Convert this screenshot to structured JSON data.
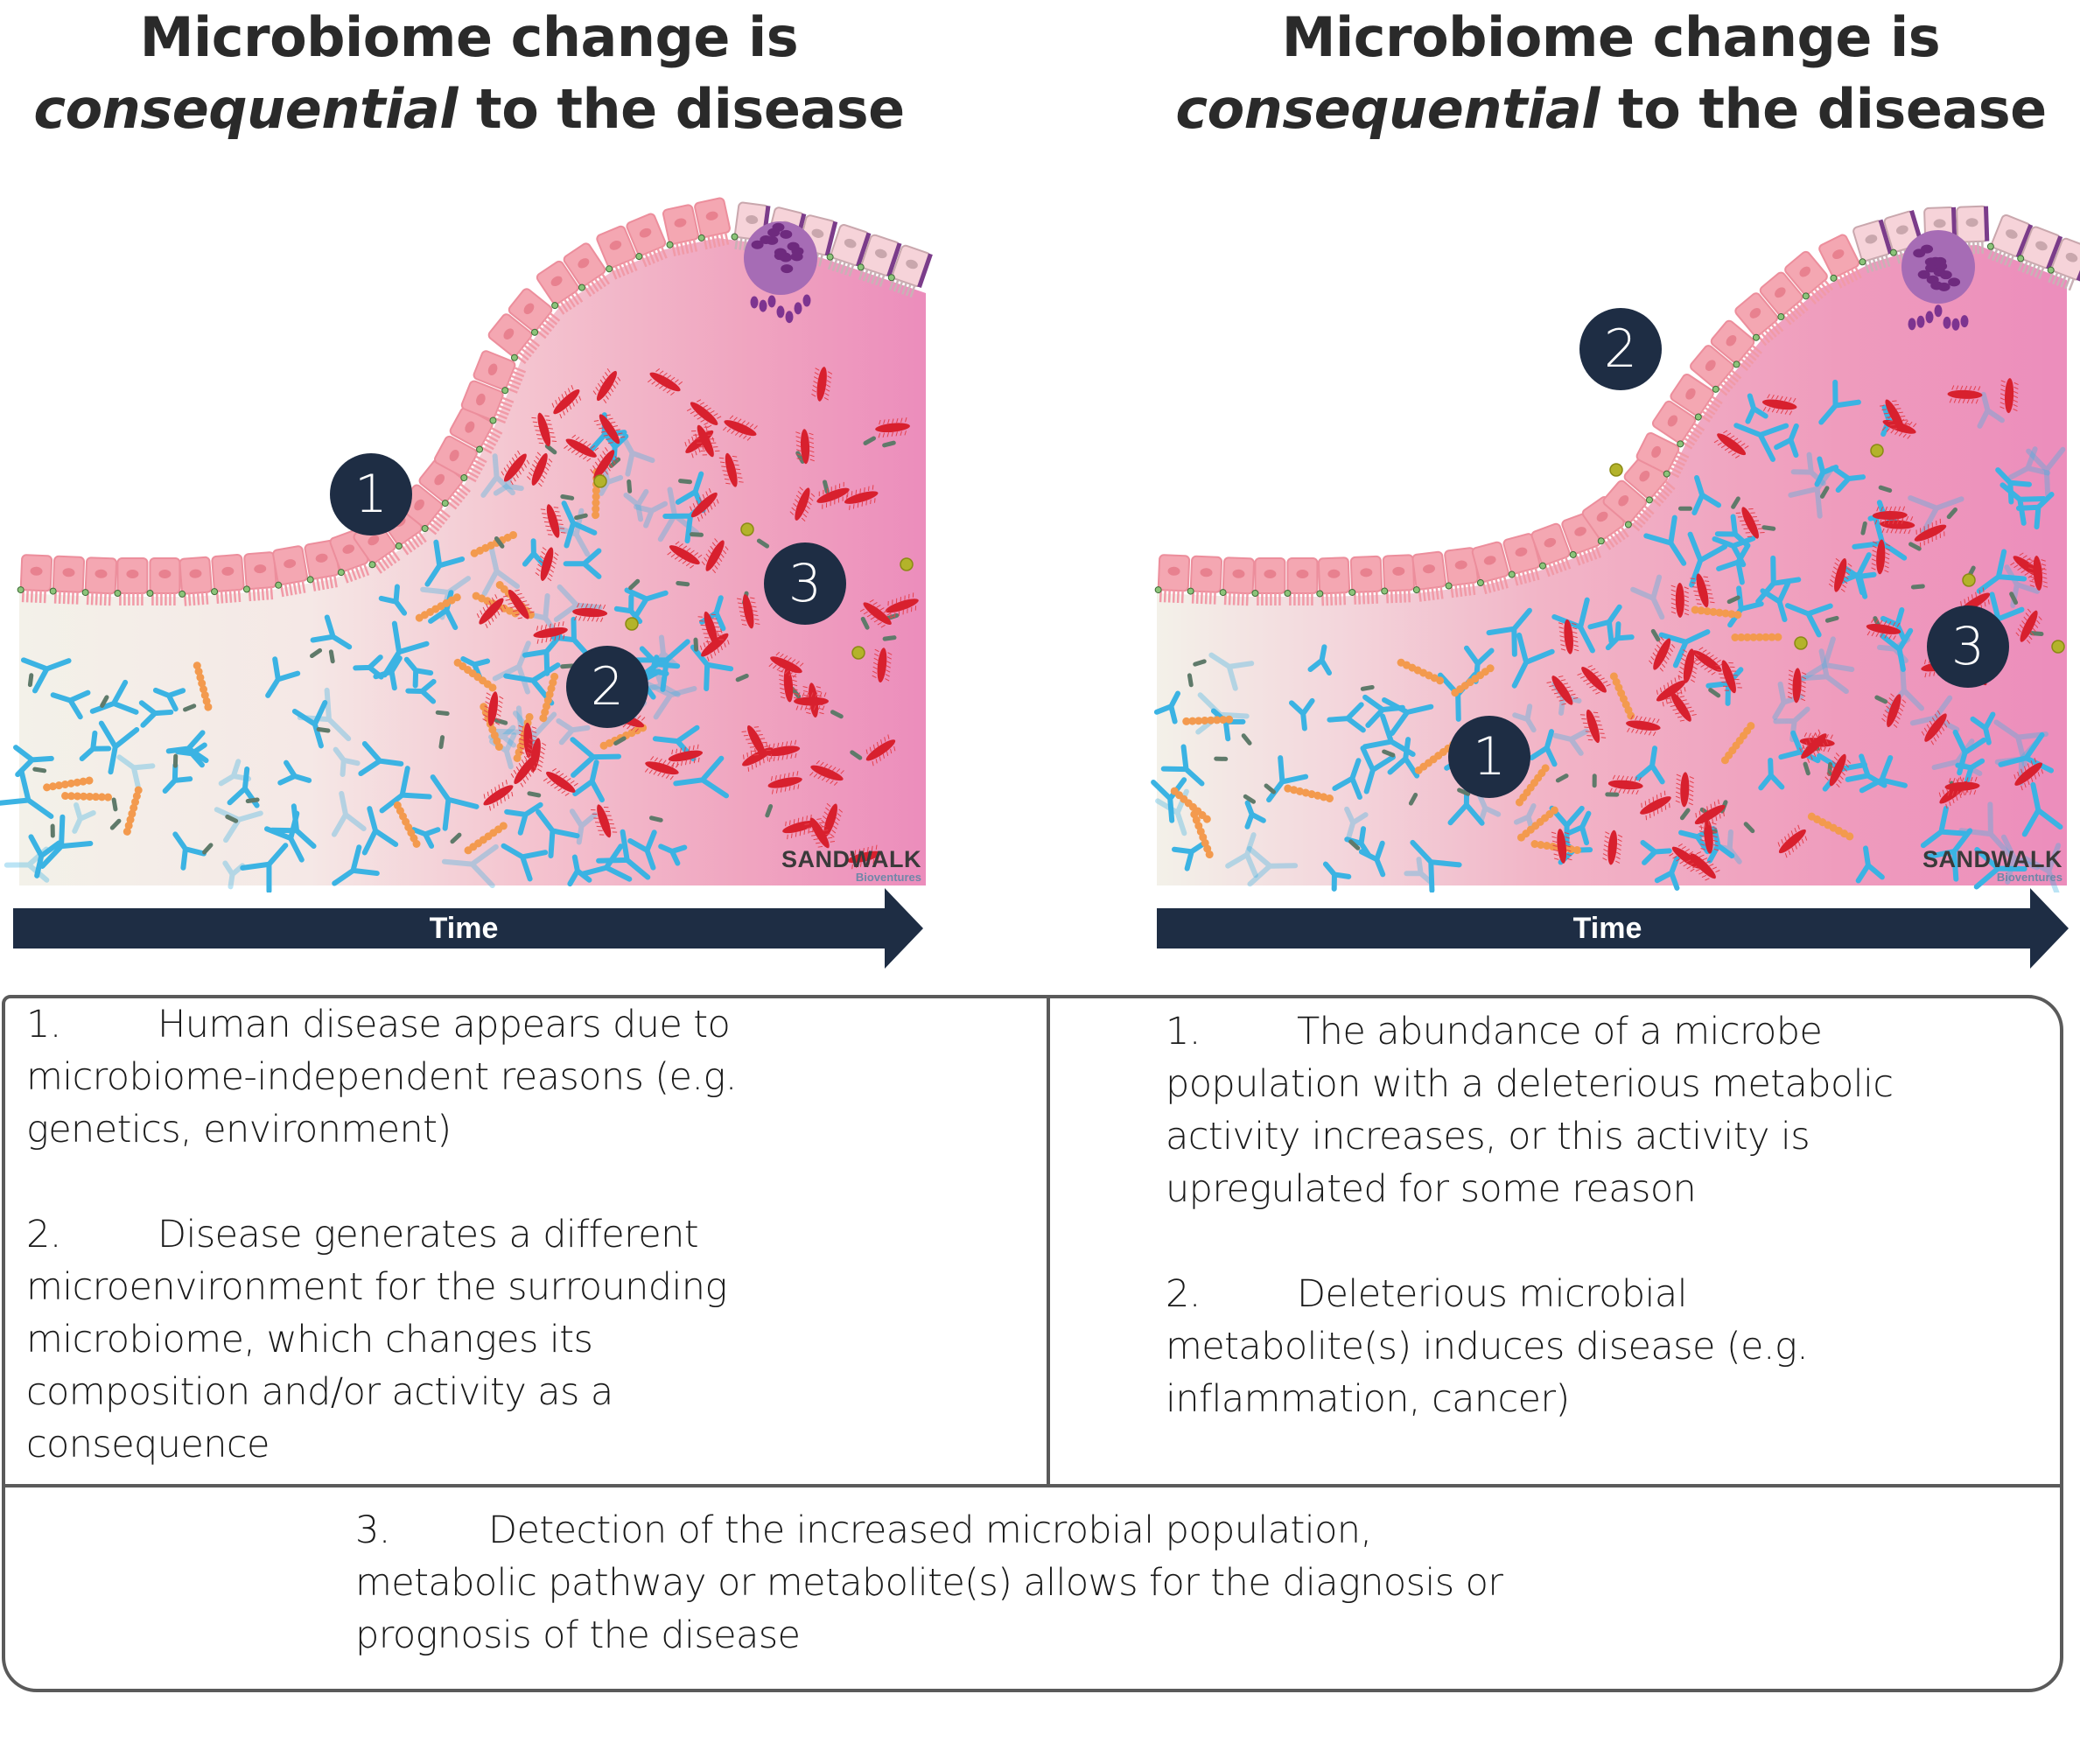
{
  "panels": [
    {
      "id": "left",
      "title_line1": "Microbiome change is",
      "title_italic": "consequential",
      "title_rest": " to the disease",
      "badges": [
        "1",
        "2",
        "3"
      ],
      "arrow_label": "Time",
      "watermark": {
        "main": "SANDWALK",
        "sub": "Bioventures"
      }
    },
    {
      "id": "right",
      "title_line1": "Microbiome change is",
      "title_italic": "consequential",
      "title_rest": " to the disease",
      "badges": [
        "2",
        "3",
        "1"
      ],
      "arrow_label": "Time",
      "watermark": {
        "main": "SANDWALK",
        "sub": "Bioventures"
      }
    }
  ],
  "table": {
    "left": [
      {
        "num": "1.",
        "first": "Human disease appears due to",
        "rest": [
          "microbiome-independent reasons (e.g.",
          "genetics, environment)"
        ]
      },
      {
        "num": "2.",
        "first": "Disease generates a different",
        "rest": [
          "microenvironment for the surrounding",
          "microbiome, which changes its",
          "composition and/or activity as a",
          "consequence"
        ]
      }
    ],
    "right": [
      {
        "num": "1.",
        "first": "The abundance of a microbe",
        "rest": [
          "population with a deleterious metabolic",
          "activity increases, or this activity is",
          "upregulated for some reason"
        ]
      },
      {
        "num": "2.",
        "first": "Deleterious microbial",
        "rest": [
          "metabolite(s) induces disease (e.g.",
          "inflammation, cancer)"
        ]
      }
    ],
    "bottom": [
      {
        "num": "3.",
        "first": "Detection of the increased microbial population,",
        "rest": [
          "metabolic pathway or metabolite(s) allows for the diagnosis or",
          "prognosis of the disease"
        ]
      }
    ]
  },
  "colors": {
    "badge": "#1e2d44",
    "arrow": "#1e2d44",
    "epithelium": "#f4a7b2",
    "lumen_healthy": "#f3f1e9",
    "lumen_diseased": "#ee8fba",
    "commensal": "#3bb3e3",
    "pathogen": "#d8202e",
    "tumor": "#8a3f98"
  }
}
